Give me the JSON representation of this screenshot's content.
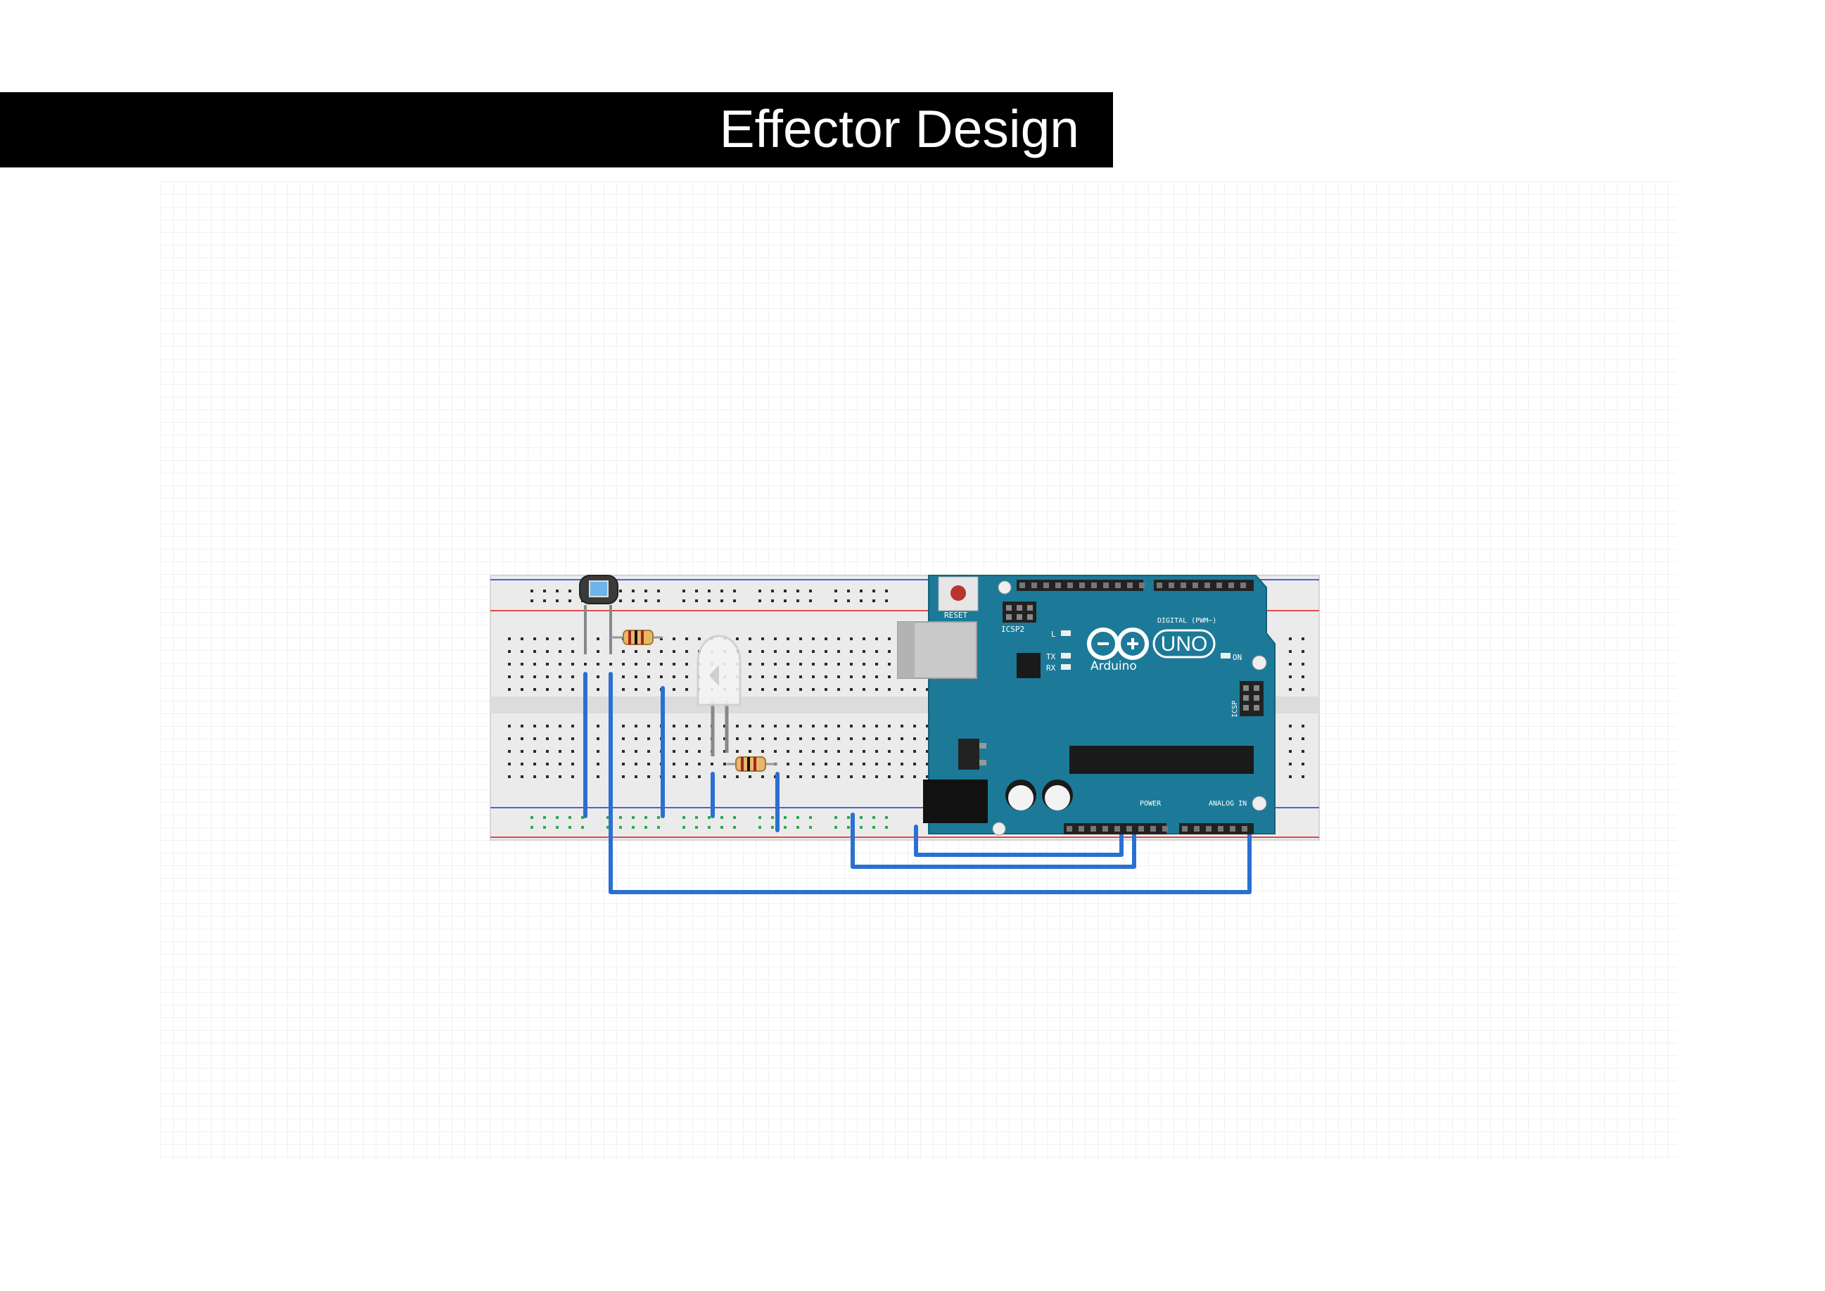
{
  "header": {
    "title": "Effector Design"
  },
  "board": {
    "reset_label": "RESET",
    "icsp2_label": "ICSP2",
    "icsp_label": "ICSP",
    "led_l_label": "L",
    "tx_label": "TX",
    "rx_label": "RX",
    "on_label": "ON",
    "logo_text": "UNO",
    "brand_text": "Arduino",
    "digital_label": "DIGITAL (PWM~)",
    "power_label": "POWER",
    "analog_label": "ANALOG IN"
  },
  "colors": {
    "board": "#1c7a98",
    "wire": "#2b6fd1",
    "breadboard": "#ebebeb",
    "rail_red": "#e24a4a",
    "rail_blue": "#4a63d9"
  }
}
